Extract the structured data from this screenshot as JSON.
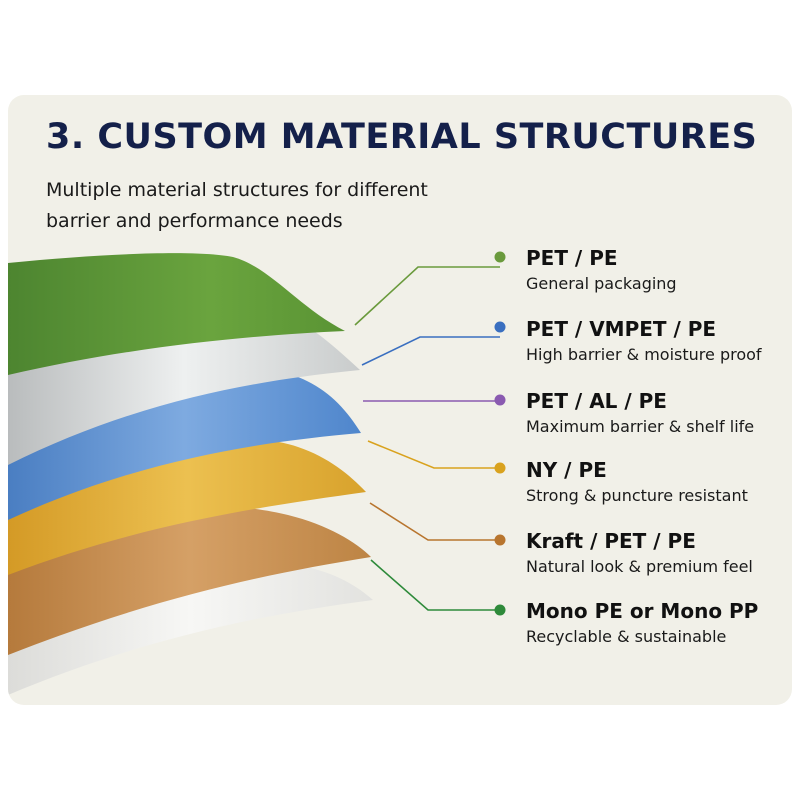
{
  "header": {
    "title": "3. CUSTOM MATERIAL STRUCTURES",
    "subtitle": "Multiple material structures for different barrier and performance needs"
  },
  "layers": [
    {
      "name": "PET / PE",
      "description": "General packaging",
      "color": "#6a9a3c"
    },
    {
      "name": "PET / VMPET / PE",
      "description": "High barrier & moisture proof",
      "color": "#3a6fc0"
    },
    {
      "name": "PET / AL / PE",
      "description": "Maximum barrier & shelf life",
      "color": "#8a5ab0"
    },
    {
      "name": "NY / PE",
      "description": "Strong & puncture resistant",
      "color": "#d9a21e"
    },
    {
      "name": "Kraft / PET / PE",
      "description": "Natural look & premium feel",
      "color": "#b8752e"
    },
    {
      "name": "Mono PE or Mono PP",
      "description": "Recyclable & sustainable",
      "color": "#2e8a3a"
    }
  ],
  "sheet_colors": {
    "green": "#5f9638",
    "silver": "#d6d8d8",
    "blue": "#5b8fd0",
    "gold": "#e0aa30",
    "kraft": "#c38a4a",
    "white": "#e9e9e7"
  }
}
